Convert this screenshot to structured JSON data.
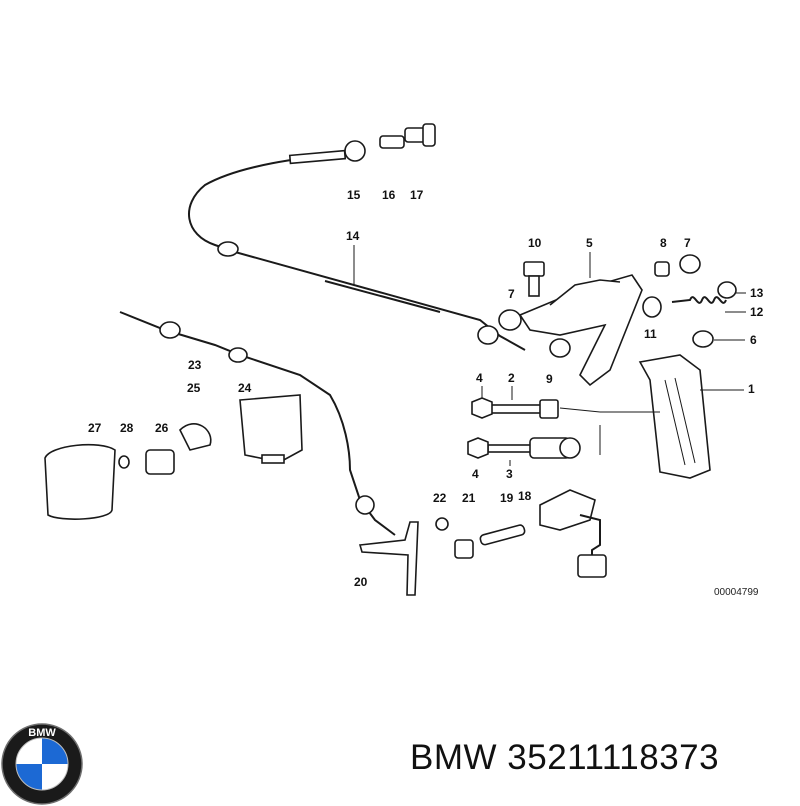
{
  "diagram": {
    "part_numbers": [
      "1",
      "2",
      "3",
      "4",
      "4",
      "5",
      "6",
      "7",
      "7",
      "8",
      "9",
      "10",
      "11",
      "12",
      "13",
      "14",
      "15",
      "16",
      "17",
      "18",
      "19",
      "20",
      "21",
      "22",
      "23",
      "24",
      "25",
      "26",
      "27",
      "28"
    ],
    "reference_code": "00004799"
  },
  "logo": {
    "text": "BMW",
    "colors": {
      "blue": "#1c69d4",
      "white": "#ffffff",
      "ring": "#1a1a1a"
    }
  },
  "caption": {
    "text": "BMW 35211118373"
  }
}
